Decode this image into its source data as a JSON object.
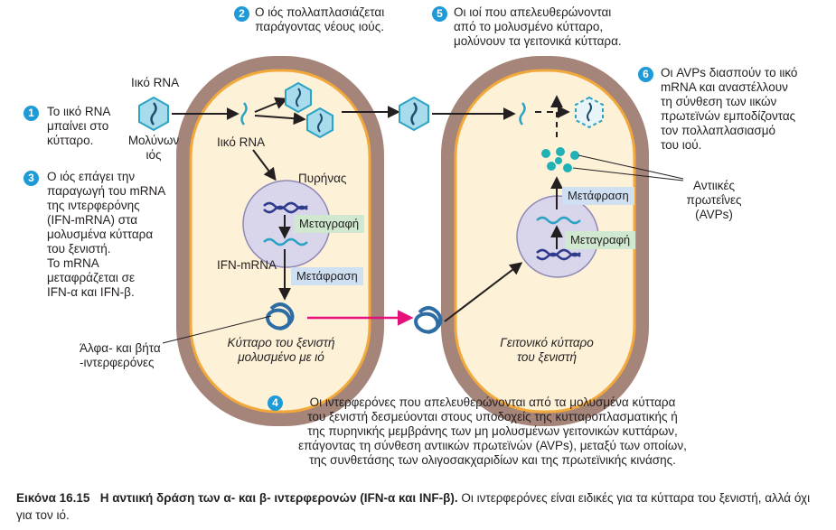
{
  "steps": {
    "s1": {
      "num": "1",
      "l1": "Το ιικό RNA",
      "l2": "μπαίνει στο",
      "l3": "κύτταρο."
    },
    "s2": {
      "num": "2",
      "l1": "Ο ιός πολλαπλασιάζεται",
      "l2": "παράγοντας νέους ιούς."
    },
    "s3": {
      "num": "3",
      "l1": "Ο ιός επάγει την",
      "l2": "παραγωγή του mRNA",
      "l3": "της ιντερφερόνης",
      "l4": "(IFN-mRNA) στα",
      "l5": "μολυσμένα κύτταρα",
      "l6": "του ξενιστή.",
      "l7": "Το mRNA",
      "l8": "μεταφράζεται σε",
      "l9": "IFN-α και IFN-β."
    },
    "s4": {
      "num": "4",
      "l1": "Οι ιντερφερόνες που απελευθερώνονται από τα μολυσμένα κύτταρα",
      "l2": "του ξενιστή δεσμεύονται στους υποδοχείς της κυτταροπλασματικής ή",
      "l3": "της πυρηνικής μεμβράνης των μη μολυσμένων γειτονικών κυττάρων,",
      "l4": "επάγοντας τη σύνθεση αντιικών πρωτεϊνών (AVPs), μεταξύ των οποίων,",
      "l5": "της συνθετάσης των ολιγοσακχαριδίων και της πρωτεϊνικής κινάσης."
    },
    "s5": {
      "num": "5",
      "l1": "Οι ιοί που απελευθερώνονται",
      "l2": "από το μολυσμένο κύτταρο,",
      "l3": "μολύνουν τα γειτονικά κύτταρα."
    },
    "s6": {
      "num": "6",
      "l1": "Οι AVPs διασπούν το ιικό",
      "l2": "mRNA και αναστέλλουν",
      "l3": "τη σύνθεση των ιικών",
      "l4": "πρωτεϊνών εμποδίζοντας",
      "l5": "τον πολλαπλασιασμό",
      "l6": "του ιού."
    }
  },
  "labels": {
    "viral_rna_top": "Ιικό RNA",
    "infecting_virus_l1": "Μολύνων",
    "infecting_virus_l2": "ιός",
    "viral_rna_inside": "Ιικό RNA",
    "nucleus": "Πυρήνας",
    "transcription": "Μεταγραφή",
    "ifn_mrna": "IFN-mRNA",
    "translation": "Μετάφραση",
    "interferons_l1": "Άλφα- και βήτα",
    "interferons_l2": "-ιντερφερόνες",
    "host_cell_l1": "Κύτταρο του ξενιστή",
    "host_cell_l2": "μολυσμένο με ιό",
    "neighbor_cell_l1": "Γειτονικό κύτταρο",
    "neighbor_cell_l2": "του ξενιστή",
    "translation_right": "Μετάφραση",
    "transcription_right": "Μεταγραφή",
    "antiviral_l1": "Αντιικές",
    "antiviral_l2": "πρωτεΐνες",
    "antiviral_l3": "(AVPs)"
  },
  "caption": {
    "figure": "Εικόνα 16.15",
    "title": "Η αντιική δράση των α- και β- ιντερφερονών (IFN-α και INF-β).",
    "text": "Οι ιντερφερόνες είναι ειδικές για τα κύτταρα του ξενιστή, αλλά όχι για τον ιό."
  },
  "colors": {
    "cell_wall": "#a5847a",
    "cytoplasm": "#fdf1d8",
    "membrane": "#f2a93b",
    "nucleus": "#d9d6ec",
    "virus": "#2ba3c4",
    "interferon": "#2e6da4",
    "pink_arrow": "#e6107a",
    "step_number": "#1e9ad6"
  }
}
